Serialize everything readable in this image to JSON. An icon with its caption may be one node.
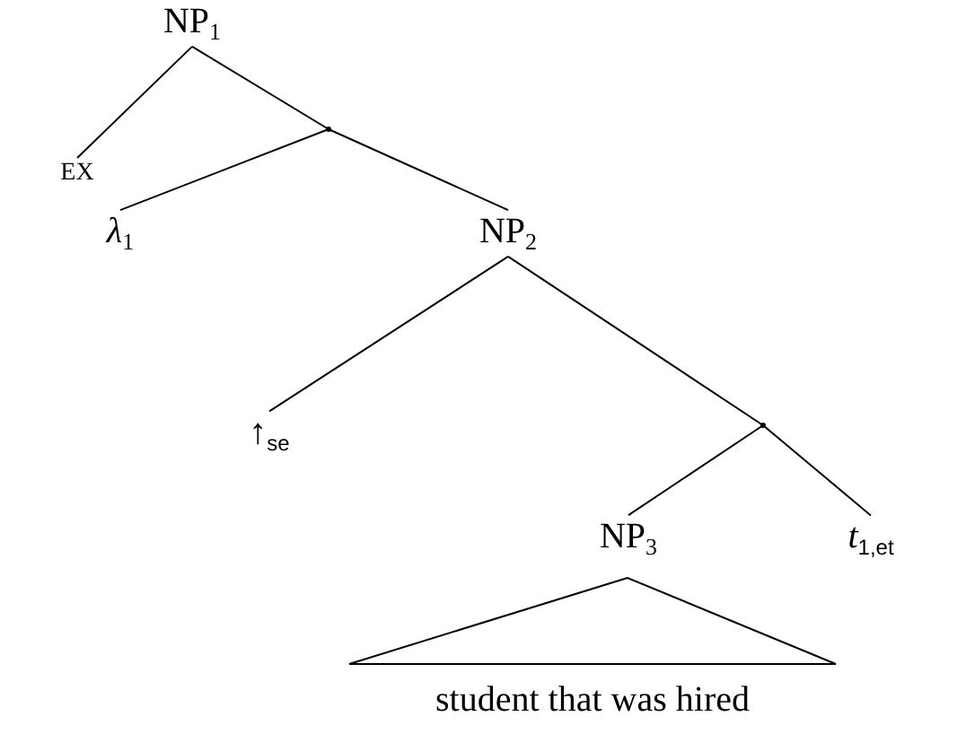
{
  "diagram": {
    "nodes": [
      {
        "text": [
          "NP$_{1}$"
        ]
      },
      {
        "text": [
          "EX"
        ]
      },
      {
        "text": [],
        "shape": "point"
      },
      {
        "text": [
          "*λ*$_{1}$"
        ]
      },
      {
        "text": [
          "NP$_{2}$"
        ]
      },
      {
        "text": [
          "↑$_{se}$"
        ]
      },
      {
        "text": [],
        "shape": "point"
      },
      {
        "text": [
          "NP$_{3}$"
        ]
      },
      {
        "text": [
          "*t*$_{1,et}$"
        ]
      },
      {
        "text": [],
        "shape": "triangle"
      },
      {
        "text": [
          "student that was hired"
        ]
      }
    ],
    "edges": [
      {
        "from": 0,
        "to": 1,
        "arrow": "none"
      },
      {
        "from": 0,
        "to": 2,
        "arrow": "none"
      },
      {
        "from": 2,
        "to": 3,
        "arrow": "none"
      },
      {
        "from": 2,
        "to": 4,
        "arrow": "none"
      },
      {
        "from": 4,
        "to": 5,
        "arrow": "none"
      },
      {
        "from": 4,
        "to": 6,
        "arrow": "none"
      },
      {
        "from": 6,
        "to": 7,
        "arrow": "none"
      },
      {
        "from": 6,
        "to": 8,
        "arrow": "none"
      }
    ]
  }
}
